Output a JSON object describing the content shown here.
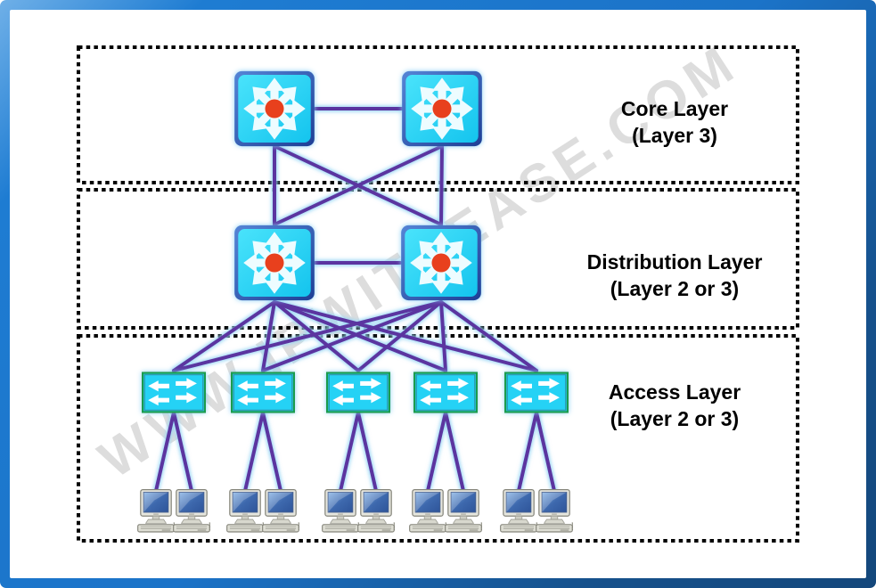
{
  "watermark": {
    "text": "WWW.IPWITHEASE.COM"
  },
  "layers": [
    {
      "id": "core",
      "title": "Core Layer",
      "subtitle": "(Layer 3)",
      "node_type": "multilayer-switch",
      "node_count": 2
    },
    {
      "id": "distribution",
      "title": "Distribution Layer",
      "subtitle": "(Layer 2 or 3)",
      "node_type": "multilayer-switch",
      "node_count": 2
    },
    {
      "id": "access",
      "title": "Access Layer",
      "subtitle": "(Layer 2 or 3)",
      "node_type": "workgroup-switch",
      "node_count": 5
    }
  ],
  "topology": {
    "core_switches": 2,
    "distribution_switches": 2,
    "access_switches": 5,
    "computers": 10,
    "links": {
      "core_to_core": 1,
      "core_to_distribution": 4,
      "distribution_to_distribution": 1,
      "distribution_to_access": 10,
      "access_to_computers": 10
    }
  },
  "colors": {
    "frame_outer_light": "#1B73C8",
    "frame_outer_dark": "#14477B",
    "link": "#5B35A0",
    "link_glow": "#9AD6F5",
    "switch_fill": "#27D3F6",
    "multilayer_switch_border": "#3C6CC8",
    "access_switch_border": "#1C9B4D",
    "switch_hub_dot": "#E8401D",
    "dashed_border": "#000000",
    "label_text": "#000000",
    "watermark_gray": "#7D7D7D"
  }
}
